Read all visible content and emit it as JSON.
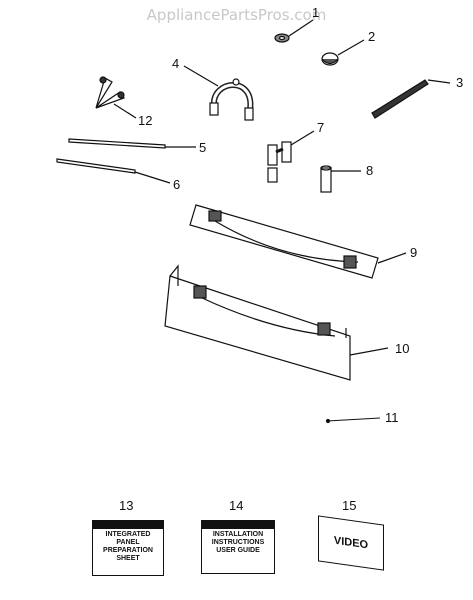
{
  "watermark": "AppliancePartsPros.com",
  "callouts": {
    "c1": "1",
    "c2": "2",
    "c3": "3",
    "c4": "4",
    "c5": "5",
    "c6": "6",
    "c7": "7",
    "c8": "8",
    "c9": "9",
    "c10": "10",
    "c11": "11",
    "c12": "12",
    "c13": "13",
    "c14": "14",
    "c15": "15"
  },
  "documents": {
    "doc13": "INTEGRATED\nPANEL\nPREPARATION\nSHEET",
    "doc14": "INSTALLATION\nINSTRUCTIONS\nUSER GUIDE",
    "doc15": "VIDEO"
  }
}
